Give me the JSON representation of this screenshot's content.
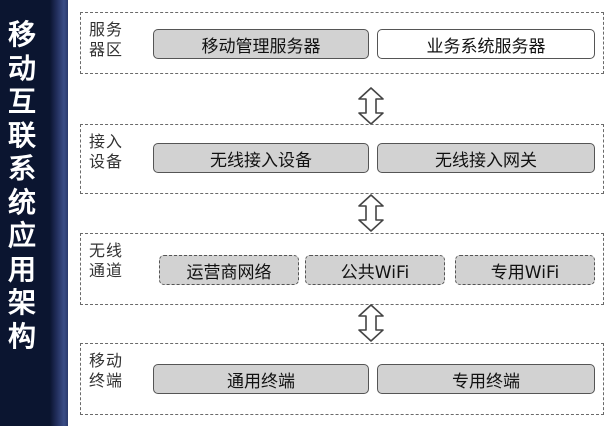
{
  "title_chars": [
    "移",
    "动",
    "互",
    "联",
    "系",
    "统",
    "应",
    "用",
    "架",
    "构"
  ],
  "sections": [
    {
      "label_line1": "服务",
      "label_line2": "器区",
      "boxes": [
        "移动管理服务器",
        "业务系统服务器"
      ]
    },
    {
      "label_line1": "接入",
      "label_line2": "设备",
      "boxes": [
        "无线接入设备",
        "无线接入网关"
      ]
    },
    {
      "label_line1": "无线",
      "label_line2": "通道",
      "boxes": [
        "运营商网络",
        "公共WiFi",
        "专用WiFi"
      ]
    },
    {
      "label_line1": "移动",
      "label_line2": "终端",
      "boxes": [
        "通用终端",
        "专用终端"
      ]
    }
  ]
}
